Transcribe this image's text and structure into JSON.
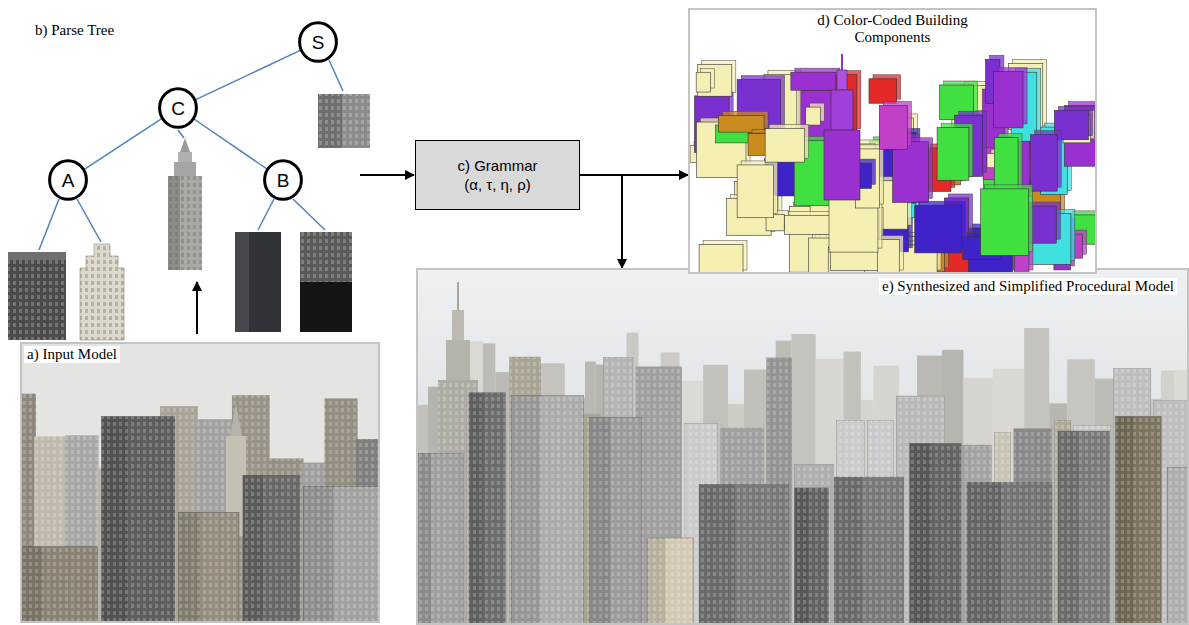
{
  "diagram": {
    "nodes": [
      {
        "text": [
          "S"
        ]
      },
      {
        "text": [
          "C"
        ]
      },
      {
        "text": [
          "A"
        ]
      },
      {
        "text": [
          "B"
        ]
      },
      {
        "text": [
          "a) Input Model"
        ]
      },
      {
        "text": [
          "c) Grammar",
          "(α, τ, η, ρ)"
        ]
      },
      {
        "text": [
          "d) Color-Coded Building Components"
        ]
      },
      {
        "text": [
          "e) Synthesized and Simplified Procedural Model"
        ]
      }
    ],
    "edges": [
      {
        "from": 0,
        "to": 1,
        "arrow": "none"
      },
      {
        "from": 1,
        "to": 2,
        "arrow": "none"
      },
      {
        "from": 1,
        "to": 3,
        "arrow": "none"
      },
      {
        "from": 5,
        "to": 6,
        "arrow": "to"
      },
      {
        "from": 5,
        "to": 7,
        "arrow": "to"
      }
    ],
    "labels": [
      "b) Parse Tree"
    ]
  }
}
